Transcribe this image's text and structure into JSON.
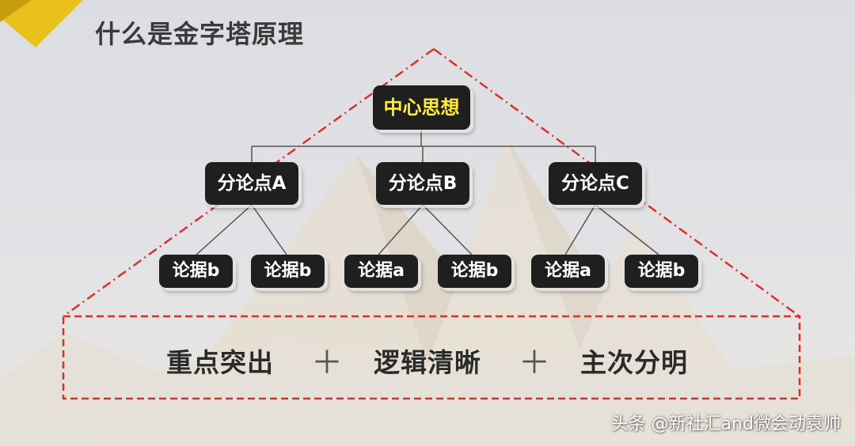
{
  "title": "什么是金字塔原理",
  "colors": {
    "accent_red": "#d9322b",
    "corner_yellow": "#e8c11a",
    "node_bg": "#1f1f1f",
    "center_text": "#ffee33"
  },
  "diagram": {
    "root": "中心思想",
    "branches": [
      {
        "label": "分论点A",
        "children": [
          "论据b",
          "论据b"
        ]
      },
      {
        "label": "分论点B",
        "children": [
          "论据a",
          "论据b"
        ]
      },
      {
        "label": "分论点C",
        "children": [
          "论据a",
          "论据b"
        ]
      }
    ]
  },
  "summary": {
    "items": [
      "重点突出",
      "逻辑清晰",
      "主次分明"
    ],
    "separator": "＋"
  },
  "watermark": "头条 @新社汇and微会动袁帅"
}
